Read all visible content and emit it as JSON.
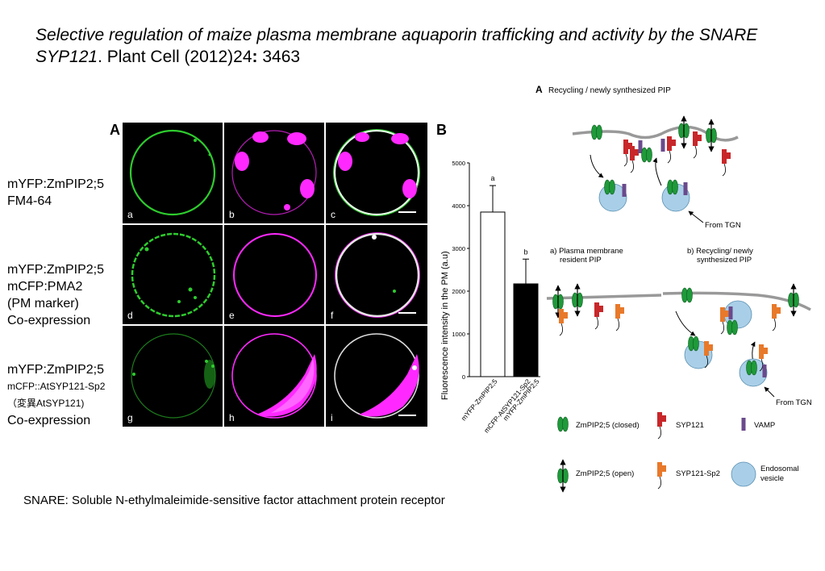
{
  "title": {
    "italic_part": "Selective regulation of maize plasma membrane aquaporin trafficking and activity by the SNARE SYP121",
    "plain_part": ". Plant Cell (2012)24",
    "bold_part": ":",
    "end_part": " 3463"
  },
  "left_labels": {
    "row1": [
      "mYFP:ZmPIP2;5",
      "FM4-64"
    ],
    "row2": [
      "mYFP:ZmPIP2;5",
      "mCFP:PMA2",
      "(PM marker)",
      "Co-expression"
    ],
    "row3": {
      "line1": "mYFP:ZmPIP2;5",
      "line2": "mCFP::AtSYP121-Sp2",
      "line3": "（変異AtSYP121)",
      "line4": "Co-expression"
    }
  },
  "panel_a": {
    "letter": "A",
    "cells": [
      {
        "label": "a",
        "color": "#2ecc2e"
      },
      {
        "label": "b",
        "color": "#ff29ff"
      },
      {
        "label": "c",
        "color": "merge"
      },
      {
        "label": "d",
        "color": "#2ecc2e"
      },
      {
        "label": "e",
        "color": "#ff29ff"
      },
      {
        "label": "f",
        "color": "merge"
      },
      {
        "label": "g",
        "color": "#2ecc2e"
      },
      {
        "label": "h",
        "color": "#ff29ff"
      },
      {
        "label": "i",
        "color": "merge"
      }
    ]
  },
  "chart_data": {
    "type": "bar",
    "panel_letter": "B",
    "categories": [
      "mYFP-ZmPIP2;5",
      "mCFP-AtSYP121-Sp2 mYFP-ZmPIP2;5"
    ],
    "category_lines": [
      [
        "mYFP-ZmPIP2;5"
      ],
      [
        "mCFP-AtSYP121-Sp2",
        "mYFP-ZmPIP2;5"
      ]
    ],
    "values": [
      3850,
      2170
    ],
    "errors": [
      620,
      580
    ],
    "significance": [
      "a",
      "b"
    ],
    "bar_colors": [
      "#ffffff",
      "#000000"
    ],
    "ylabel": "Fluorescence intensity in the PM (a.u)",
    "ylim": [
      0,
      5000
    ],
    "yticks": [
      0,
      1000,
      2000,
      3000,
      4000,
      5000
    ]
  },
  "schematic": {
    "panel_letter": "A",
    "top_title": "Recycling / newly synthesized PIP",
    "from_tgn_top": "From TGN",
    "sub_a_title": [
      "a) Plasma membrane",
      "resident PIP"
    ],
    "sub_b_title": [
      "b) Recycling/ newly",
      "synthesized PIP"
    ],
    "from_tgn_bottom": "From TGN",
    "legend": [
      {
        "icon": "closed",
        "label": "ZmPIP2;5 (closed)"
      },
      {
        "icon": "syp121",
        "label": "SYP121"
      },
      {
        "icon": "vamp",
        "label": "VAMP"
      },
      {
        "icon": "open",
        "label": "ZmPIP2;5 (open)"
      },
      {
        "icon": "sp2",
        "label": "SYP121-Sp2"
      },
      {
        "icon": "vesicle",
        "label": "Endosomal vesicle"
      }
    ],
    "colors": {
      "pip": "#1f9a3a",
      "syp121": "#c8272a",
      "sp2": "#e8792a",
      "vamp": "#6a4a8c",
      "vesicle": "#a9cfe8"
    }
  },
  "footnote": "SNARE:  Soluble N-ethylmaleimide-sensitive factor attachment protein receptor"
}
